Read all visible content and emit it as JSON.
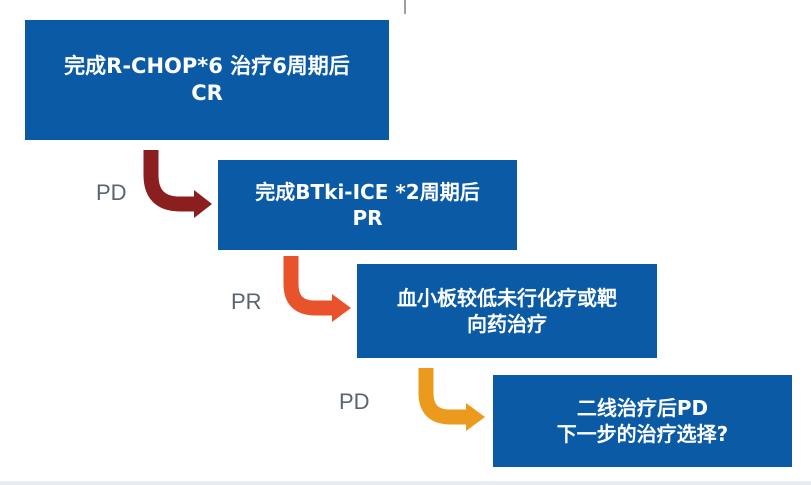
{
  "steps": [
    {
      "line1": "完成R-CHOP*6 治疗6周期后",
      "line2": "CR"
    },
    {
      "line1": "完成BTki-ICE *2周期后",
      "line2": "PR"
    },
    {
      "line1": "血小板较低未行化疗或靶",
      "line2": "向药治疗"
    },
    {
      "line1": "二线治疗后PD",
      "line2": "下一步的治疗选择?"
    }
  ],
  "transitions": [
    {
      "label": "PD",
      "color": "#8b1e1e"
    },
    {
      "label": "PR",
      "color": "#e8532b"
    },
    {
      "label": "PD",
      "color": "#eb9a1d"
    }
  ],
  "colors": {
    "box": "#0b5aa5",
    "box_text": "#ffffff",
    "label_text": "#5a6470"
  }
}
